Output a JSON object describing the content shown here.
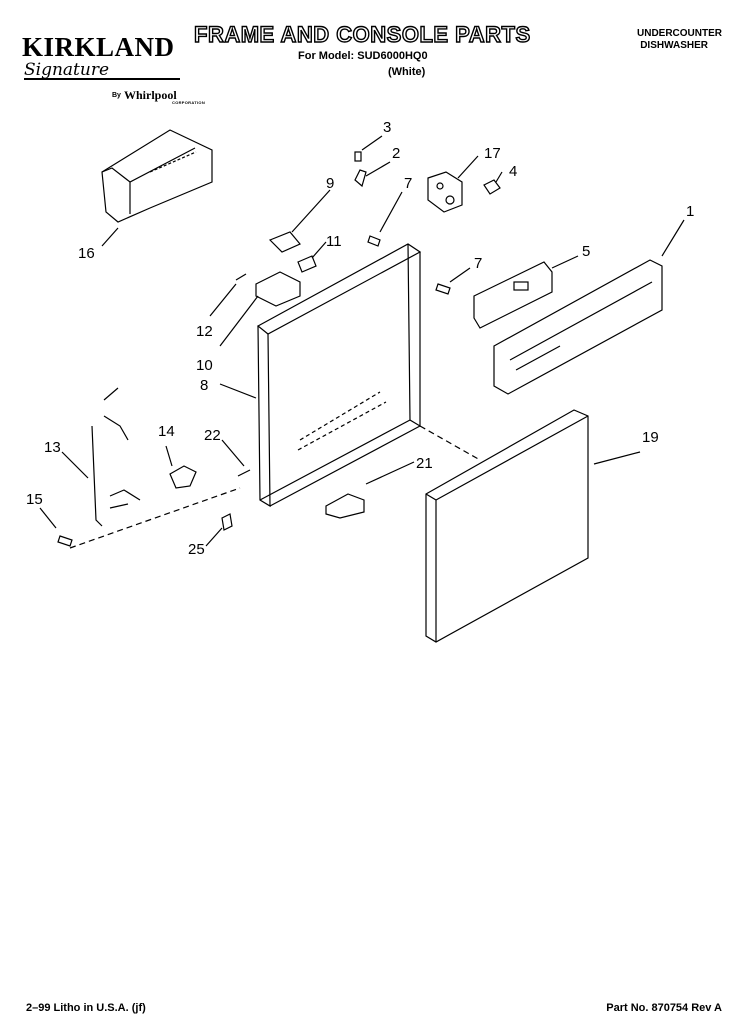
{
  "brand": {
    "name": "KIRKLAND",
    "script": "Signature",
    "by": "By",
    "maker": "Whirlpool",
    "maker_sub": "CORPORATION"
  },
  "header": {
    "title": "FRAME AND CONSOLE PARTS",
    "model_line": "For Model: SUD6000HQ0",
    "color_line": "(White)",
    "category_line1": "UNDERCOUNTER",
    "category_line2": "DISHWASHER"
  },
  "callouts": {
    "c1": "1",
    "c2": "2",
    "c3": "3",
    "c4": "4",
    "c5": "5",
    "c7a": "7",
    "c7b": "7",
    "c8": "8",
    "c9": "9",
    "c10": "10",
    "c11": "11",
    "c12": "12",
    "c13": "13",
    "c14": "14",
    "c15": "15",
    "c16": "16",
    "c17": "17",
    "c19": "19",
    "c21": "21",
    "c22": "22",
    "c25": "25"
  },
  "footer": {
    "left": "2–99 Litho in U.S.A. (jf)",
    "right": "Part No. 870754 Rev A"
  }
}
